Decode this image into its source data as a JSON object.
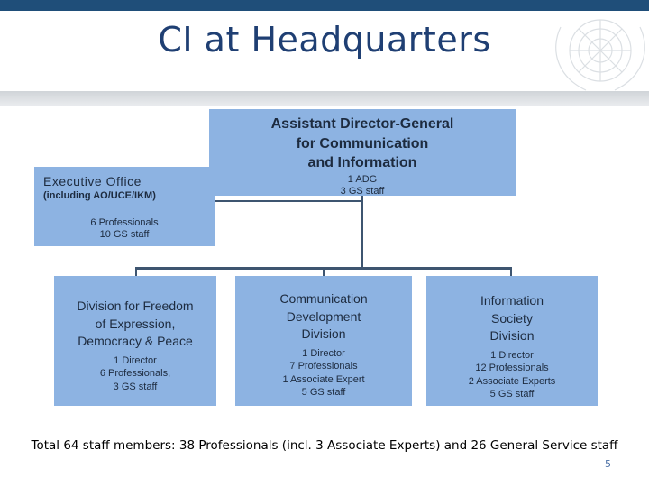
{
  "title": "CI at Headquarters",
  "adg": {
    "head_lines": [
      "Assistant Director-General",
      "for Communication",
      "and Information"
    ],
    "staff_lines": [
      "1 ADG",
      "3 GS staff"
    ]
  },
  "executive_office": {
    "head": "Executive Office",
    "subhead": "(including AO/UCE/IKM)",
    "staff_lines": [
      "6 Professionals",
      "10 GS staff"
    ]
  },
  "divisions": [
    {
      "head_lines": [
        "Division for Freedom",
        "of Expression,",
        "Democracy & Peace"
      ],
      "staff_lines": [
        "1 Director",
        "6 Professionals,",
        "3 GS staff"
      ]
    },
    {
      "head_lines": [
        "Communication",
        "Development",
        "Division"
      ],
      "staff_lines": [
        "1  Director",
        "7  Professionals",
        "1  Associate Expert",
        "5 GS staff"
      ]
    },
    {
      "head_lines": [
        "Information",
        "Society",
        "Division"
      ],
      "staff_lines": [
        "1 Director",
        "12 Professionals",
        "2 Associate Experts",
        "5 GS staff"
      ]
    }
  ],
  "footer": "Total 64 staff members: 38 Professionals (incl. 3 Associate Experts) and 26 General Service staff",
  "page_number": "5",
  "colors": {
    "box": "#8db3e2",
    "title": "#1f3f73",
    "header_bar": "#1f4e79",
    "connector": "#3e5570"
  }
}
